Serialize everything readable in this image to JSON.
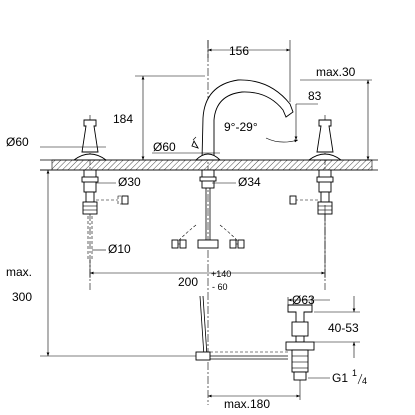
{
  "dimensions": {
    "spout_reach": "156",
    "height_184": "184",
    "max30": "max.30",
    "val83": "83",
    "angle": "9°-29°",
    "dia60_left": "Ø60",
    "dia60_center": "Ø60",
    "dia30": "Ø30",
    "dia34": "Ø34",
    "dia10": "Ø10",
    "spacing_base": "200",
    "spacing_plus": "+140",
    "spacing_minus": "- 60",
    "max_label": "max.",
    "max300": "300",
    "dia63": "Ø63",
    "range4053": "40-53",
    "thread_g": "G1",
    "thread_num": "1",
    "thread_den": "4",
    "max180": "max.180"
  }
}
